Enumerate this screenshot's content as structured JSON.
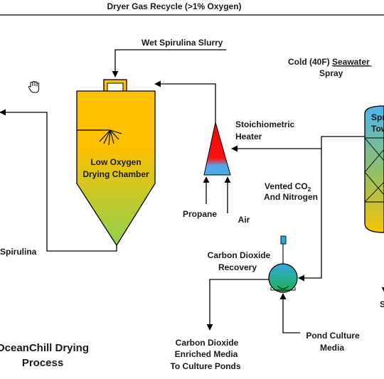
{
  "labels": {
    "dryer_gas_recycle": "Dryer Gas Recycle (>1% Oxygen)",
    "wet_slurry": "Wet Spirulina Slurry",
    "cold_seawater_prefix": "Cold (40F) ",
    "cold_seawater_word": "Seawater",
    "spray": "Spray",
    "stoich_line1": "Stoichiometric",
    "stoich_line2": "Heater",
    "dryer_line1": "Low Oxygen",
    "dryer_line2": "Drying Chamber",
    "tower_line1": "Spr",
    "tower_line2": "Tow",
    "vented_main": "Vented CO",
    "vented_sub": "2",
    "vented_line2": "And Nitrogen",
    "propane": "Propane",
    "air": "Air",
    "spirulina": "Spirulina",
    "co2_recovery_line1": "Carbon Dioxide",
    "co2_recovery_line2": "Recovery",
    "enriched_line1": "Carbon Dioxide",
    "enriched_line2": "Enriched Media",
    "enriched_line3": "To Culture Ponds",
    "pond_line1": "Pond Culture",
    "pond_line2": "Media",
    "title_line1": "OceanChill Drying",
    "title_line2": "Process",
    "edge_s": "S"
  },
  "colors": {
    "dryer_top": "#ffc000",
    "dryer_bottom": "#92d050",
    "heater_hot": "#ff0000",
    "heater_cool": "#4fa8e8",
    "tower_top": "#4db4ee",
    "tower_bottom": "#f6c400",
    "reactor_top": "#2fa8e0",
    "reactor_bottom": "#22b14c"
  },
  "icons": {
    "cursor": "hand-cursor-icon"
  }
}
